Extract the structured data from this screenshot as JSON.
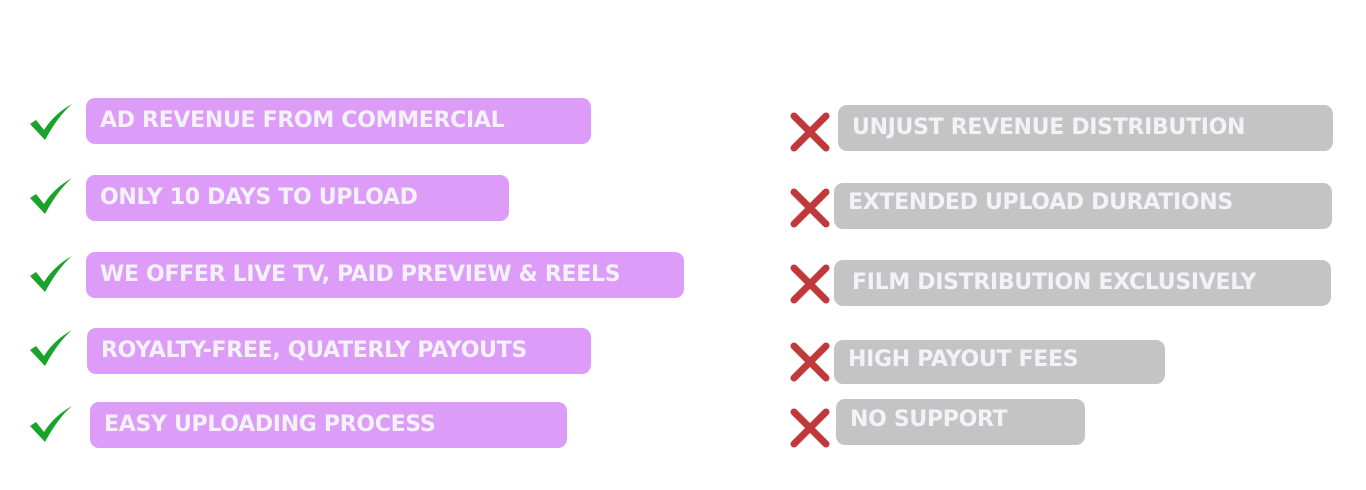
{
  "pros": {
    "icon": "check-icon",
    "color": "#1aa32a",
    "pill_color": "#dc9cf8",
    "items": [
      "AD REVENUE FROM COMMERCIAL",
      "ONLY 10 DAYS TO UPLOAD",
      "WE OFFER LIVE TV, PAID PREVIEW & REELS",
      "ROYALTY-FREE, QUATERLY PAYOUTS",
      "EASY UPLOADING PROCESS"
    ]
  },
  "cons": {
    "icon": "cross-icon",
    "color": "#c0393b",
    "pill_color": "#c4c4c4",
    "items": [
      "UNJUST REVENUE DISTRIBUTION",
      "EXTENDED UPLOAD DURATIONS",
      "FILM DISTRIBUTION EXCLUSIVELY",
      "HIGH PAYOUT FEES",
      "NO SUPPORT"
    ]
  }
}
